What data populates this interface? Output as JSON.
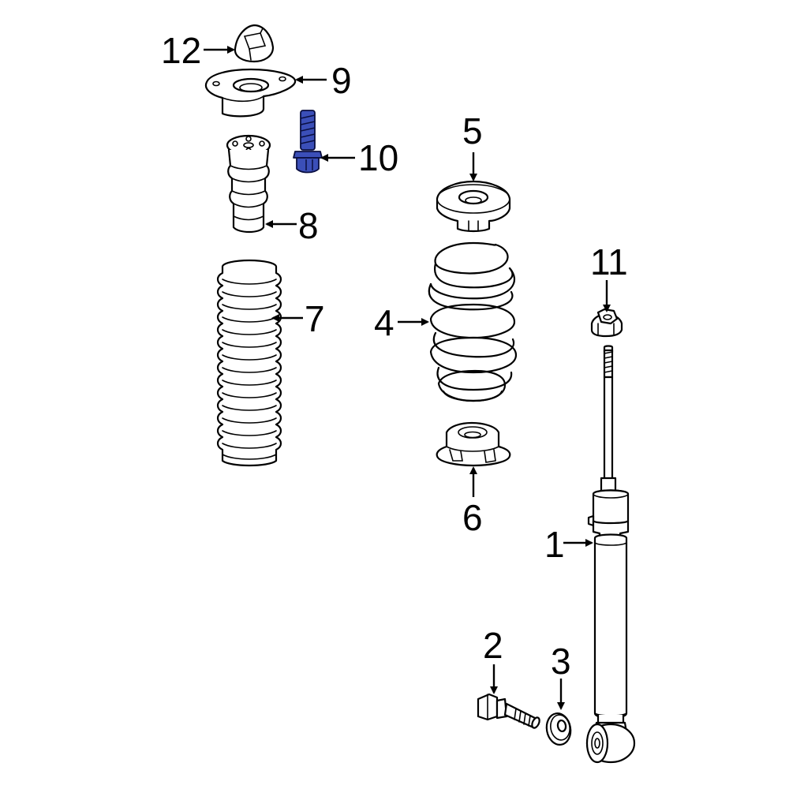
{
  "diagram": {
    "highlight_color": "#3b4fb8",
    "callouts": [
      {
        "id": "1",
        "label": "1"
      },
      {
        "id": "2",
        "label": "2"
      },
      {
        "id": "3",
        "label": "3"
      },
      {
        "id": "4",
        "label": "4"
      },
      {
        "id": "5",
        "label": "5"
      },
      {
        "id": "6",
        "label": "6"
      },
      {
        "id": "7",
        "label": "7"
      },
      {
        "id": "8",
        "label": "8"
      },
      {
        "id": "9",
        "label": "9"
      },
      {
        "id": "10",
        "label": "10"
      },
      {
        "id": "11",
        "label": "11"
      },
      {
        "id": "12",
        "label": "12"
      }
    ]
  }
}
